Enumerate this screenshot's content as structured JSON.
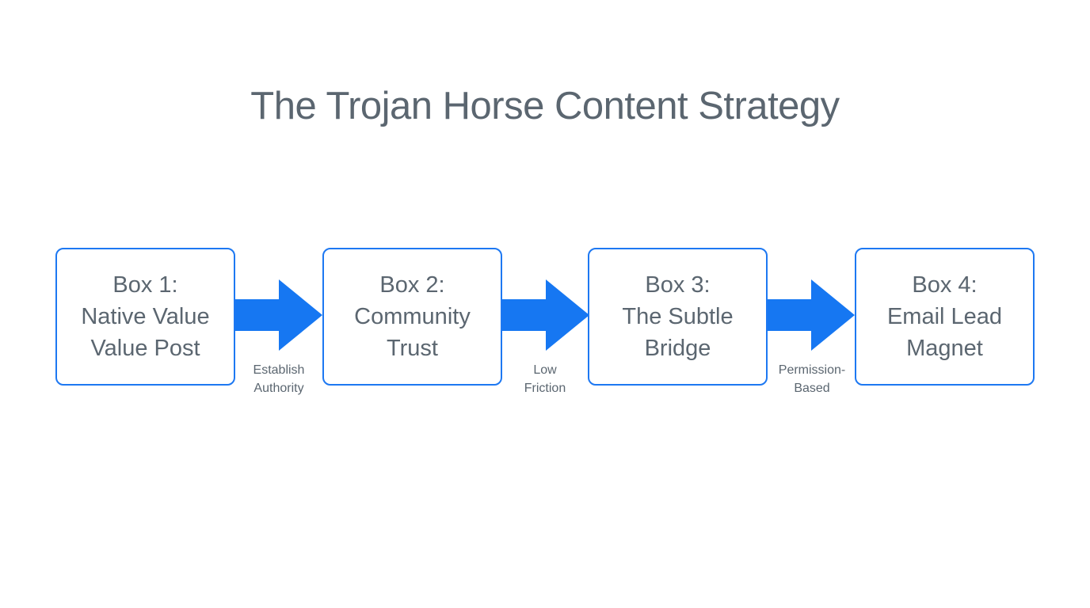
{
  "title": "The Trojan Horse Content Strategy",
  "colors": {
    "arrow_blue": "#1677f2",
    "box_border_blue": "#1d78f2",
    "text_gray": "#5b6670",
    "background": "#ffffff"
  },
  "boxes": [
    {
      "lines": [
        "Box 1:",
        "Native Value",
        "Value Post"
      ]
    },
    {
      "lines": [
        "Box 2:",
        "Community",
        "Trust"
      ]
    },
    {
      "lines": [
        "Box 3:",
        "The Subtle",
        "Bridge"
      ]
    },
    {
      "lines": [
        "Box 4:",
        "Email Lead",
        "Magnet"
      ]
    }
  ],
  "arrows": [
    {
      "label_lines": [
        "Establish",
        "Authority"
      ]
    },
    {
      "label_lines": [
        "Low",
        "Friction"
      ]
    },
    {
      "label_lines": [
        "Permission-",
        "Based"
      ]
    }
  ]
}
